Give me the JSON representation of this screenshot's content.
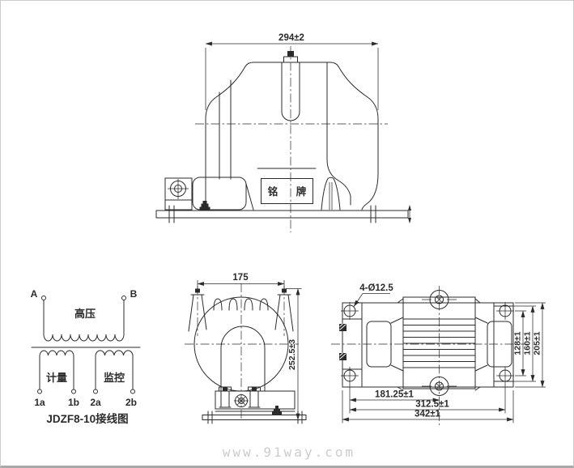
{
  "page": {
    "background": "#ffffff",
    "line_color": "#2b2b2b",
    "border_color": "#cbcbcb",
    "border_bottom_color": "#a9a9a9",
    "watermark_color": "#cccccc",
    "watermark": "www.91way.com"
  },
  "front_view": {
    "width_dim": "294±2",
    "nameplate_text": "铭　牌"
  },
  "side_view": {
    "terminal_spacing_dim": "175",
    "overall_height_dim": "252.5±3"
  },
  "bottom_view": {
    "mounting_holes_label": "4-Ø12.5",
    "hole_spacing_vertical_dim": "128±1",
    "base_width_dim": "160±1",
    "plate_depth_dim": "205±1",
    "hole_to_center_dim": "181.25±1",
    "hole_spacing_horizontal_dim": "312.5±1",
    "plate_length_dim": "342±1"
  },
  "wiring_diagram": {
    "terminal_a": "A",
    "terminal_b": "B",
    "primary_winding_label": "高压",
    "metering_winding_label": "计量",
    "monitoring_winding_label": "监控",
    "terminal_1a": "1a",
    "terminal_1b": "1b",
    "terminal_2a": "2a",
    "terminal_2b": "2b",
    "caption": "JDZF8-10接线图"
  }
}
